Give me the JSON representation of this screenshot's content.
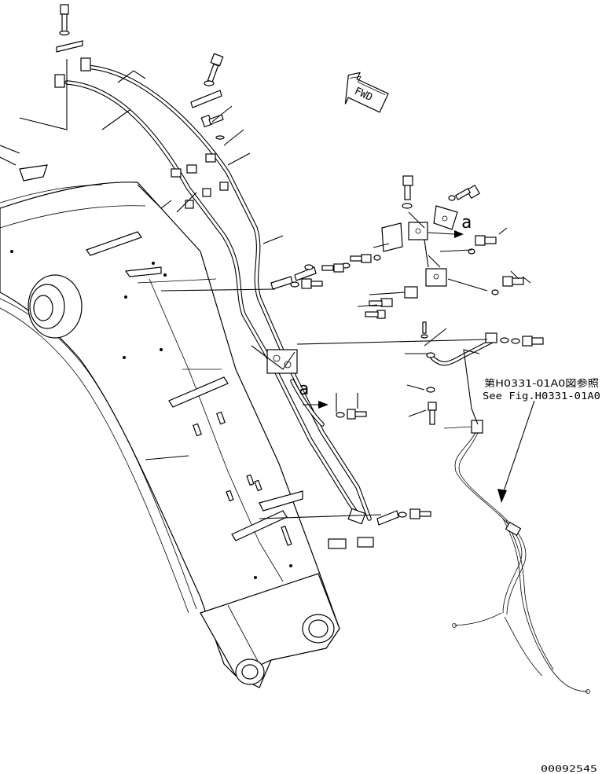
{
  "direction_badge": {
    "text": "FWD"
  },
  "detail_markers": [
    {
      "text": "a"
    },
    {
      "text": "a"
    }
  ],
  "reference_note": {
    "line1": "第H0331-01A0図参照",
    "line2": "See Fig.H0331-01A0"
  },
  "drawing_number": "00092545",
  "colors": {
    "ink": "#000000",
    "paper": "#ffffff"
  },
  "icons": [
    "fwd-arrow-icon",
    "leader-arrow-icon"
  ]
}
